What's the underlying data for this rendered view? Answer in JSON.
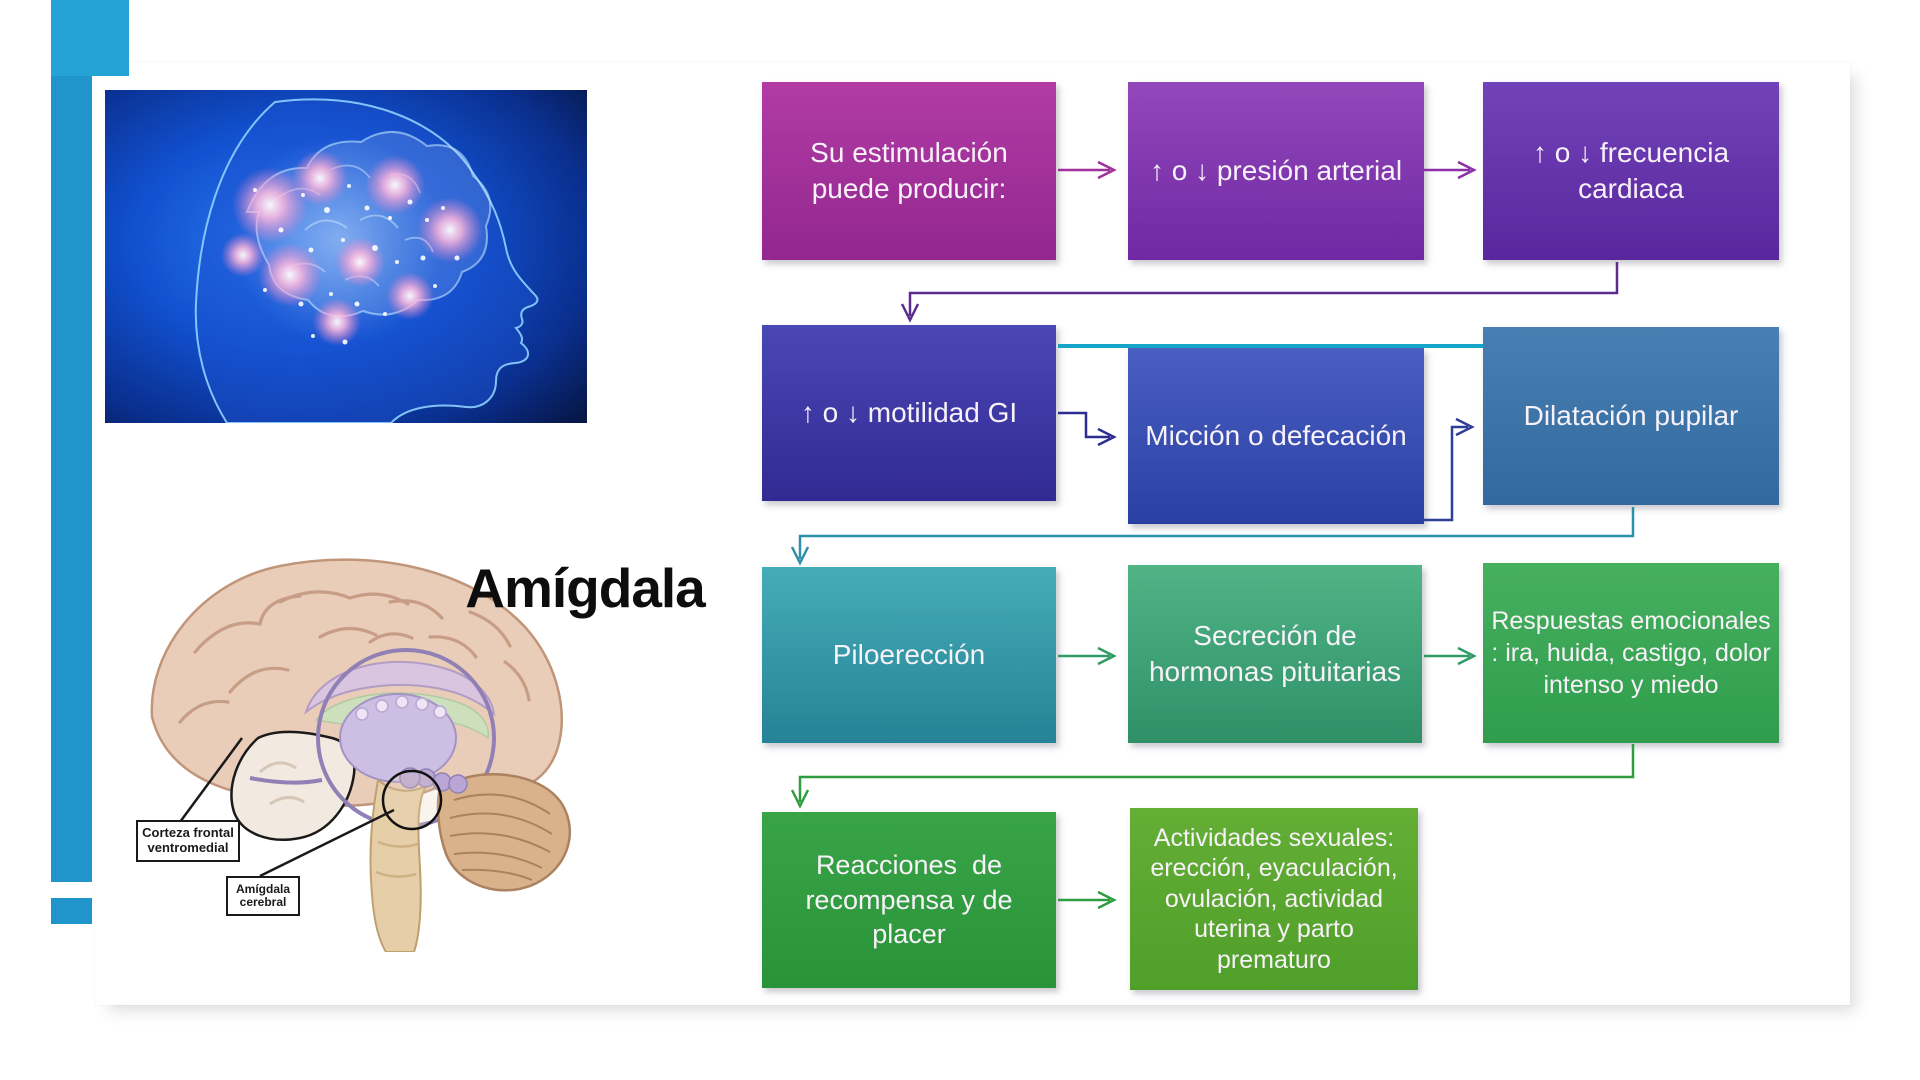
{
  "slide": {
    "title": "Amígdala",
    "accent_color": "#2095cb",
    "title_color": "#0d0d0d",
    "background": "#ffffff"
  },
  "images": {
    "brain_photo_alt": "glowing-brain-in-head-profile-photo",
    "anatomy_alt": "sagittal-brain-illustration",
    "anatomy_labels": [
      {
        "label": "Corteza frontal\nventromedial"
      },
      {
        "label": "Amígdala\ncerebral"
      }
    ]
  },
  "flowchart": {
    "connector_colors": {
      "row1": "#a0309c",
      "row1b": "#8a2fa8",
      "return1": "#5b2b8f",
      "teal_line": "#14a5c9",
      "elbow1": "#2d2d91",
      "elbow2": "#2d3f96",
      "return2": "#2e8fa8",
      "row3": "#2f9a63",
      "return3": "#2f9d3f",
      "row4": "#2f9d3f"
    },
    "boxes": [
      {
        "label": "Su estimulación puede producir:",
        "color_top": "#b23ba5",
        "color_bottom": "#92278f"
      },
      {
        "label": "↑ o ↓ presión arterial",
        "color_top": "#9348ba",
        "color_bottom": "#6f28a3"
      },
      {
        "label": "↑ o ↓ frecuencia cardiaca",
        "color_top": "#7243b8",
        "color_bottom": "#59269e"
      },
      {
        "label": "↑ o ↓ motilidad GI",
        "color_top": "#4a47b4",
        "color_bottom": "#312a93"
      },
      {
        "label": "Micción o defecación",
        "color_top": "#4a5ec1",
        "color_bottom": "#2940a2"
      },
      {
        "label": "Dilatación pupilar",
        "color_top": "#4880b3",
        "color_bottom": "#32699e"
      },
      {
        "label": "Piloerección",
        "color_top": "#45adb7",
        "color_bottom": "#268296"
      },
      {
        "label": "Secreción de hormonas pituitarias",
        "color_top": "#50b487",
        "color_bottom": "#2f9067"
      },
      {
        "label": "Respuestas emocionales : ira, huida, castigo, dolor intenso y miedo",
        "color_top": "#46b05e",
        "color_bottom": "#2f9d4d"
      },
      {
        "label": "Reacciones  de recompensa y de placer",
        "color_top": "#38a447",
        "color_bottom": "#2a9339"
      },
      {
        "label": "Actividades sexuales: erección, eyaculación, ovulación, actividad uterina y parto prematuro",
        "color_top": "#64ae35",
        "color_bottom": "#4f9f2a"
      }
    ]
  }
}
